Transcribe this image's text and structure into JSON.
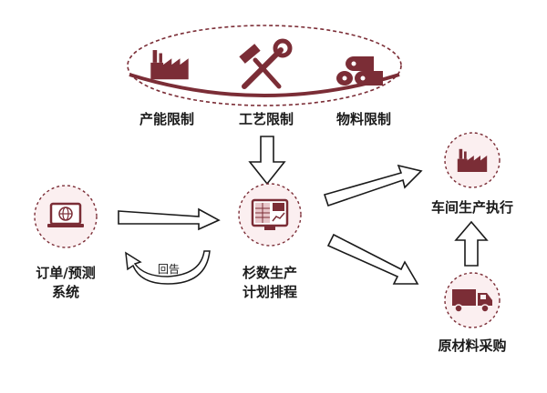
{
  "constraints": {
    "capacity": "产能限制",
    "process": "工艺限制",
    "material": "物料限制"
  },
  "nodes": {
    "order_line1": "订单/预测",
    "order_line2": "系统",
    "scheduler_line1": "杉数生产",
    "scheduler_line2": "计划排程",
    "workshop": "车间生产执行",
    "procurement": "原材料采购"
  },
  "edges": {
    "feedback": "回告"
  },
  "colors": {
    "accent": "#7b2d36",
    "circle_fill": "#fbeff0",
    "ink": "#1a1a1a"
  },
  "icons": {
    "capacity": "factory-icon",
    "process": "wrench-hammer-icon",
    "material": "logs-icon",
    "order": "laptop-globe-icon",
    "scheduler": "schedule-monitor-icon",
    "workshop": "factory-icon",
    "procurement": "truck-icon"
  }
}
